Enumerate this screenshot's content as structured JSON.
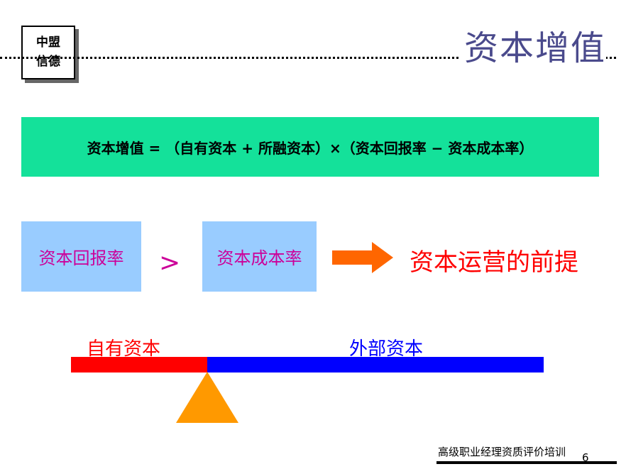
{
  "logo": {
    "line1": "中盟",
    "line2": "信德"
  },
  "title": "资本增值",
  "formula": "资本增值 = （自有资本 + 所融资本）×（资本回报率 − 资本成本率）",
  "comparison": {
    "left_box": "资本回报率",
    "operator": ">",
    "right_box": "资本成本率",
    "conclusion": "资本运营的前提"
  },
  "balance": {
    "own_capital_label": "自有资本",
    "external_capital_label": "外部资本"
  },
  "footer": {
    "text": "高级职业经理资质评价培训",
    "page_number": "6"
  },
  "colors": {
    "formula_bg": "#14e19a",
    "rate_box_bg": "#99ccff",
    "rate_text": "#cc0099",
    "premise_text": "#ff0000",
    "arrow": "#ff6600",
    "own_bar": "#ff0000",
    "external_bar": "#0000ff",
    "fulcrum": "#ff9900",
    "title": "#4a4a8c"
  }
}
